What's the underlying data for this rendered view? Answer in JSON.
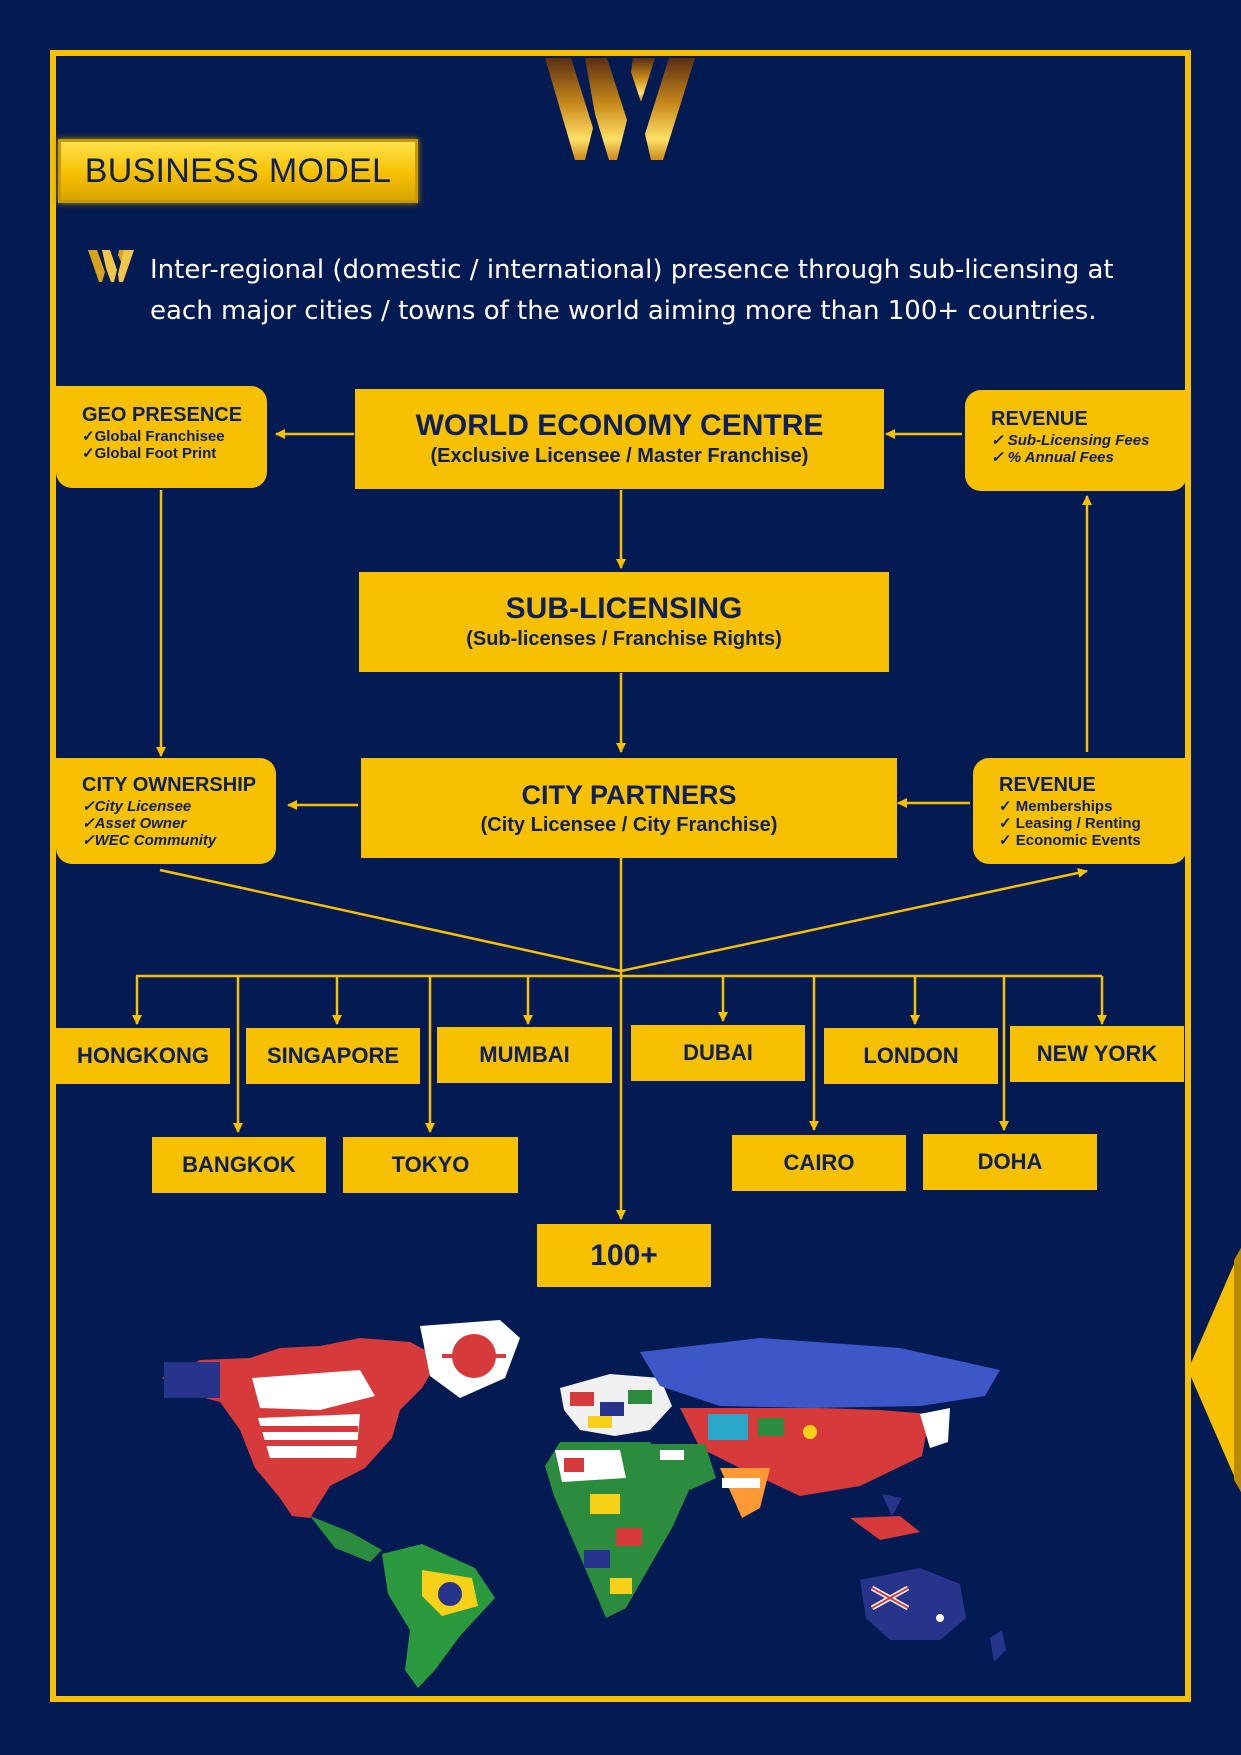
{
  "header": {
    "title": "BUSINESS MODEL",
    "intro": "Inter-regional (domestic / international) presence through sub-licensing at each major cities / towns of the world aiming more than 100+ countries."
  },
  "icons": {
    "brand_logo": "w-monogram-logo",
    "bullet": "w-monogram-icon",
    "map": "world-flags-map"
  },
  "colors": {
    "background": "#041a52",
    "accent": "#f7c000",
    "text_dark": "#0d1f5c",
    "text_light": "#ffffff"
  },
  "nodes": {
    "wec": {
      "title": "WORLD ECONOMY CENTRE",
      "subtitle": "(Exclusive Licensee / Master Franchise)"
    },
    "sublicensing": {
      "title": "SUB-LICENSING",
      "subtitle": "(Sub-licenses / Franchise Rights)"
    },
    "city_partners": {
      "title": "CITY PARTNERS",
      "subtitle": "(City Licensee / City Franchise)"
    },
    "geo_presence": {
      "title": "GEO PRESENCE",
      "items": [
        "✓Global Franchisee",
        "✓Global Foot Print"
      ]
    },
    "revenue_top": {
      "title": "REVENUE",
      "items": [
        "✓ Sub-Licensing Fees",
        "✓ % Annual Fees"
      ]
    },
    "city_ownership": {
      "title": "CITY OWNERSHIP",
      "items": [
        "✓City Licensee",
        "✓Asset Owner",
        "✓WEC Community"
      ]
    },
    "revenue_bottom": {
      "title": "REVENUE",
      "items": [
        "✓ Memberships",
        "✓ Leasing / Renting",
        "✓ Economic Events"
      ]
    }
  },
  "cities": {
    "row1": [
      "HONGKONG",
      "SINGAPORE",
      "MUMBAI",
      "DUBAI",
      "LONDON",
      "NEW YORK"
    ],
    "row2": [
      "BANGKOK",
      "TOKYO",
      "CAIRO",
      "DOHA"
    ],
    "more": "100+"
  }
}
